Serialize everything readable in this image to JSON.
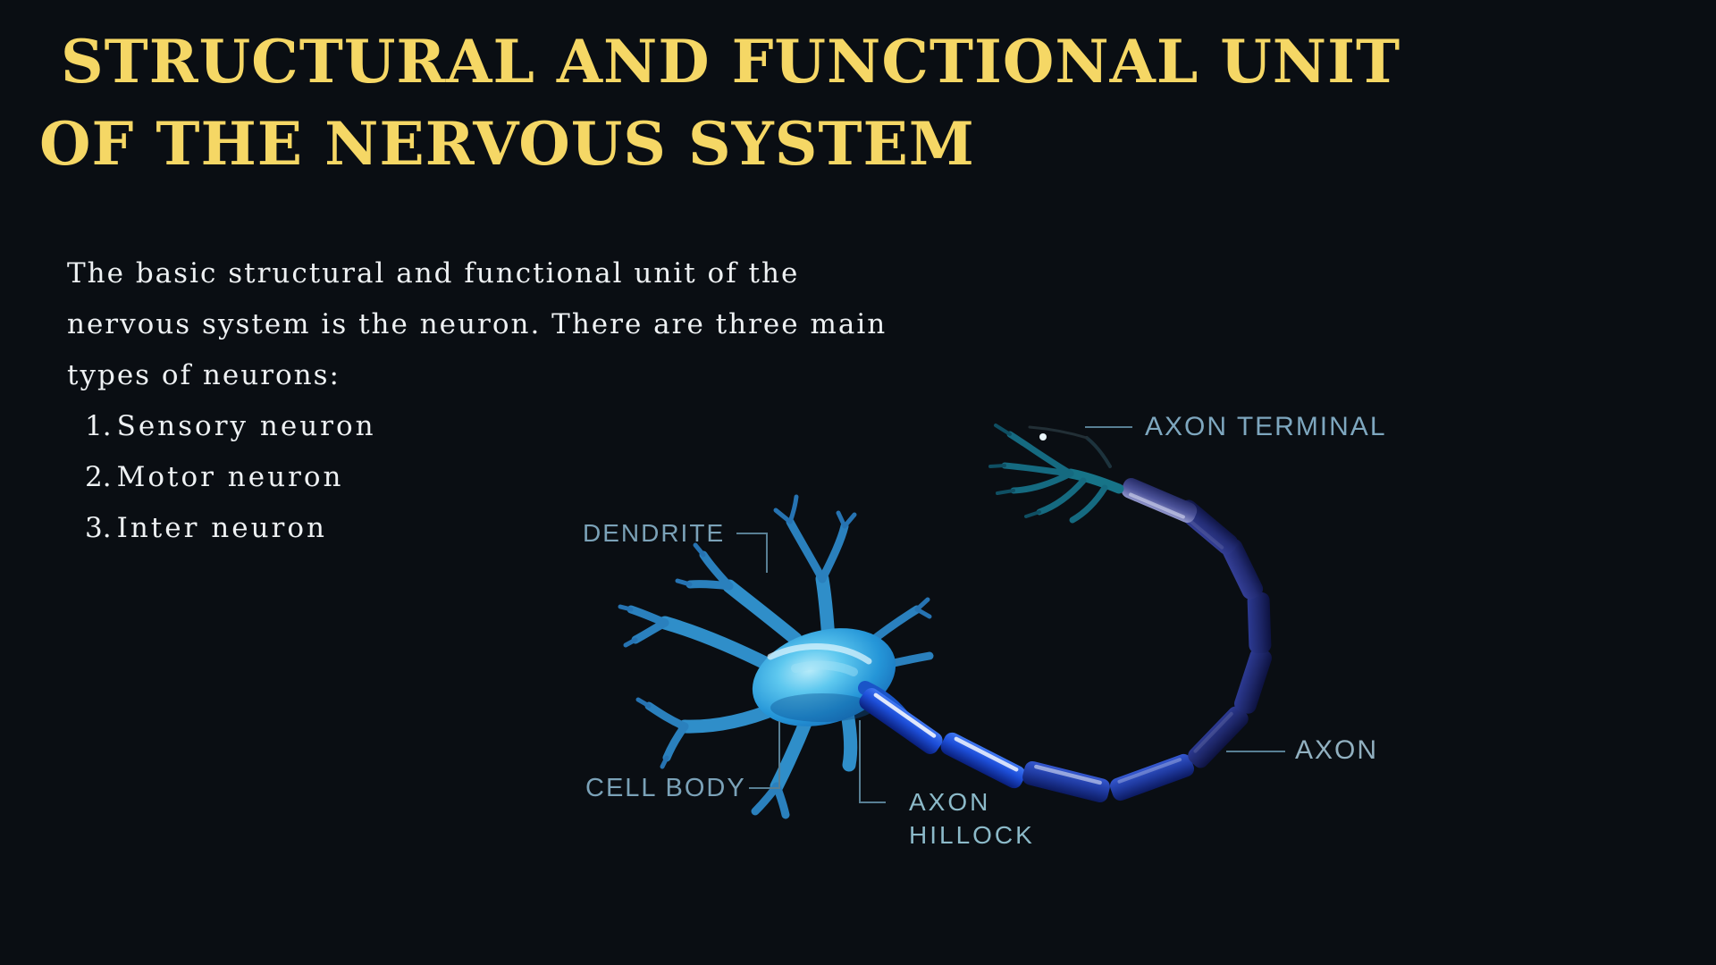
{
  "slide": {
    "title": {
      "line1": "STRUCTURAL AND FUNCTIONAL UNIT",
      "line2": "OF THE NERVOUS SYSTEM"
    },
    "intro": {
      "lines": [
        "The basic structural and functional unit of the",
        "nervous system is the neuron. There are three main",
        "types of neurons:"
      ]
    },
    "neuron_types": [
      {
        "number": "1.",
        "label": "Sensory neuron"
      },
      {
        "number": "2.",
        "label": "Motor neuron"
      },
      {
        "number": "3.",
        "label": "Inter neuron"
      }
    ],
    "diagram": {
      "labels": {
        "dendrite": "DENDRITE",
        "axon_terminal": "AXON TERMINAL",
        "cell_body": "CELL BODY",
        "axon_hillock": "AXON HILLOCK",
        "axon": "AXON"
      }
    },
    "colors": {
      "background": "#0a0e13",
      "title_yellow": "#f5d765",
      "body_text": "#eef1f3",
      "label_steel_blue": "#7ba2b8",
      "leader_line": "#587f94",
      "soma_cyan": "#45b6e8",
      "axon_royal_blue": "#1d4ed8",
      "axon_dark_blue": "#1d2668",
      "terminal_teal": "#177488"
    }
  }
}
